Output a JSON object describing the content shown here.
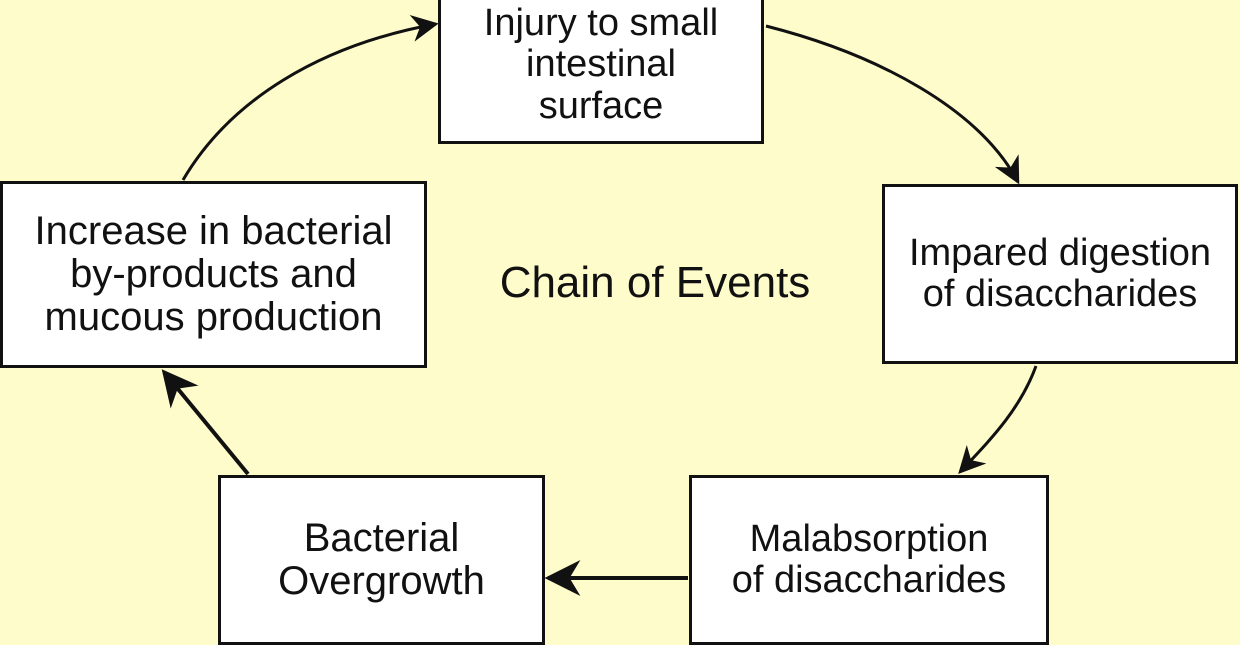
{
  "diagram": {
    "title": "Chain of Events",
    "background_color": "#fffccc",
    "nodes": [
      {
        "id": "injury",
        "label": "Injury to small\nintestinal\nsurface"
      },
      {
        "id": "impaired",
        "label": "Impared digestion\nof disaccharides"
      },
      {
        "id": "malabsorption",
        "label": "Malabsorption\nof disaccharides"
      },
      {
        "id": "overgrowth",
        "label": "Bacterial\nOvergrowth"
      },
      {
        "id": "increase",
        "label": "Increase in bacterial\nby-products and\nmucous production"
      }
    ],
    "edges": [
      {
        "from": "injury",
        "to": "impaired"
      },
      {
        "from": "impaired",
        "to": "malabsorption"
      },
      {
        "from": "malabsorption",
        "to": "overgrowth"
      },
      {
        "from": "overgrowth",
        "to": "increase"
      },
      {
        "from": "increase",
        "to": "injury"
      }
    ]
  }
}
